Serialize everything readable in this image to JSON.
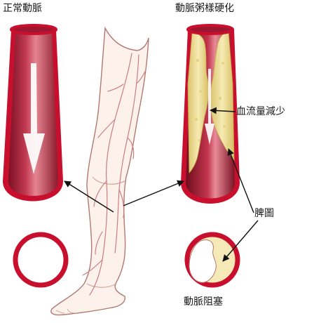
{
  "labels": {
    "normal_artery": "正常動脈",
    "atherosclerosis": "動脈粥樣硬化",
    "reduced_flow": "血流量減少",
    "plaque": "脾圖",
    "blocked_artery": "動脈阻塞"
  },
  "colors": {
    "vessel_wall": "#c8102e",
    "vessel_lumen": "#b9344a",
    "vessel_lumen_light": "#f2a5ae",
    "plaque": "#f0e3a6",
    "leg_outline": "#b07a72",
    "leg_skin": "#fdf1ec",
    "vein": "#c87e82"
  }
}
